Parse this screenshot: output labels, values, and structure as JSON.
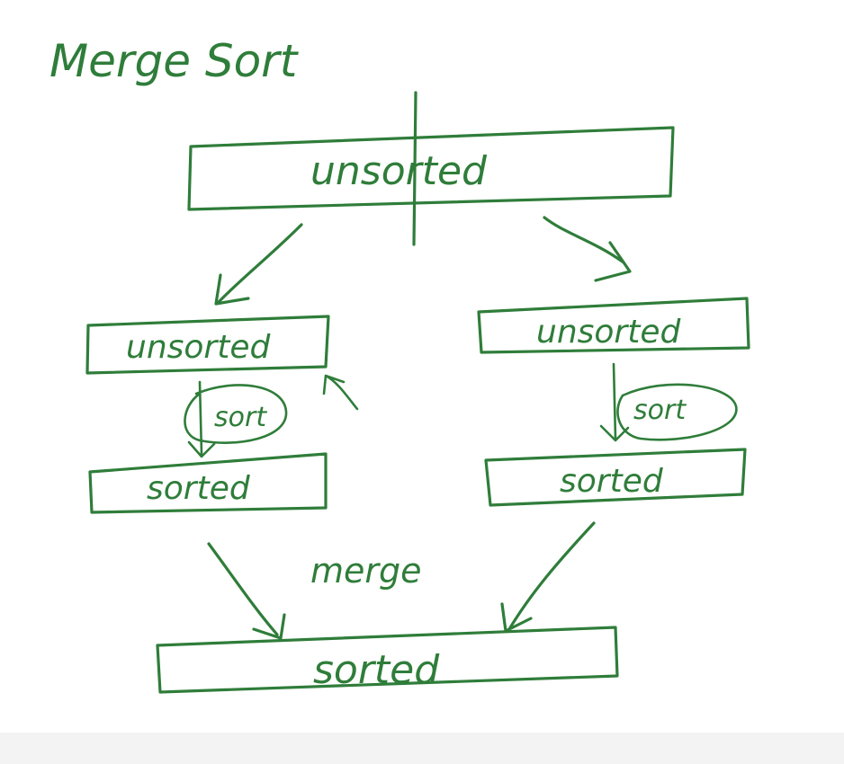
{
  "title": "Merge Sort",
  "top_box": {
    "label": "unsorted"
  },
  "left_branch": {
    "unsorted_label": "unsorted",
    "step_label": "sort",
    "sorted_label": "sorted"
  },
  "right_branch": {
    "unsorted_label": "unsorted",
    "step_label": "sort",
    "sorted_label": "sorted"
  },
  "merge_label": "merge",
  "bottom_box": {
    "label": "sorted"
  },
  "colors": {
    "ink": "#2f7d3a",
    "background": "#ffffff"
  }
}
